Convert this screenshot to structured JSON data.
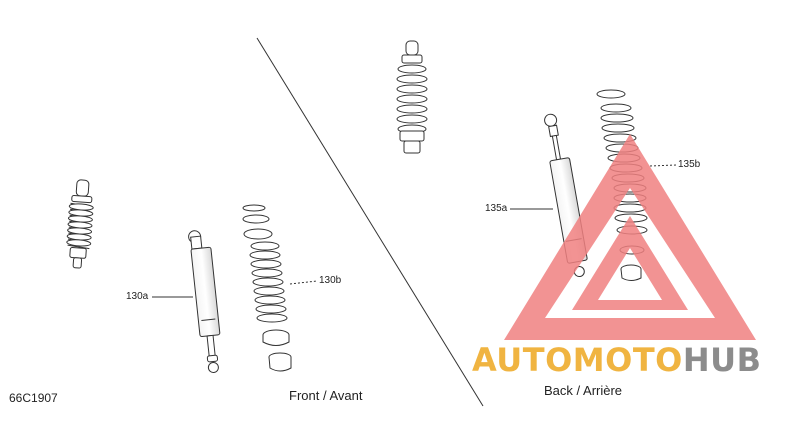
{
  "diagram": {
    "code": "66C1907",
    "captions": {
      "front": "Front / Avant",
      "back": "Back / Arrière"
    },
    "callouts": {
      "front_shock": "130a",
      "front_spring": "130b",
      "rear_shock": "135a",
      "rear_spring": "135b"
    }
  },
  "watermark": {
    "text_parts": [
      "AUTO",
      "MOTO",
      "HUB"
    ],
    "colors": {
      "auto": "#f0b441",
      "moto": "#f0b441",
      "hub": "#8c8c8c",
      "triangle": "#f08080"
    }
  },
  "colors": {
    "line": "#333333",
    "fill": "#ffffff"
  }
}
